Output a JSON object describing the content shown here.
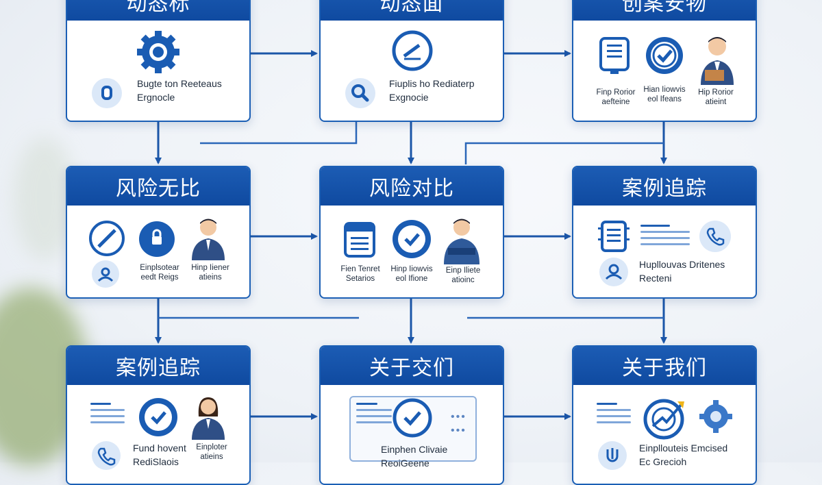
{
  "cards": [
    {
      "title": "动态标",
      "caption": [
        "Bugte ton Reeteaus",
        "Ergnocle"
      ]
    },
    {
      "title": "动态面",
      "caption": [
        "Fiuplis ho Rediaterp",
        "Exgnocie"
      ]
    },
    {
      "title": "创案安物",
      "caps": [
        [
          "Finp Rorior",
          "aefteine"
        ],
        [
          "Hian Iiowvis",
          "eol Ifeans"
        ],
        [
          "Hip Rorior",
          "atieint"
        ]
      ]
    },
    {
      "title": "风险无比",
      "caps": [
        [
          "Einplsotear",
          "eedt Reigs"
        ],
        [
          "Hinp Iiener",
          "atieins"
        ]
      ]
    },
    {
      "title": "风险对比",
      "caps": [
        [
          "Fien Tenret",
          "Setarios"
        ],
        [
          "Hinp Iiowvis",
          "eol Ifione"
        ],
        [
          "Einp Iliete",
          "atioinc"
        ]
      ]
    },
    {
      "title": "案例追踪",
      "caption": [
        "Hupllouvas Dritenes",
        "Recteni"
      ]
    },
    {
      "title": "案例追踪",
      "caps": [
        [
          "Fund hovent",
          "RediSlaois"
        ],
        [
          "Einploter",
          "atieins"
        ]
      ]
    },
    {
      "title": "关于交们",
      "caption": [
        "Einphen Clivaie",
        "ReoiGeene"
      ]
    },
    {
      "title": "关于我们",
      "caption": [
        "Einpllouteis Emcised",
        "Ec Grecioh"
      ]
    }
  ],
  "colors": {
    "primary": "#1558b0",
    "light": "#dbe8f8",
    "line": "#1f5fb3"
  }
}
